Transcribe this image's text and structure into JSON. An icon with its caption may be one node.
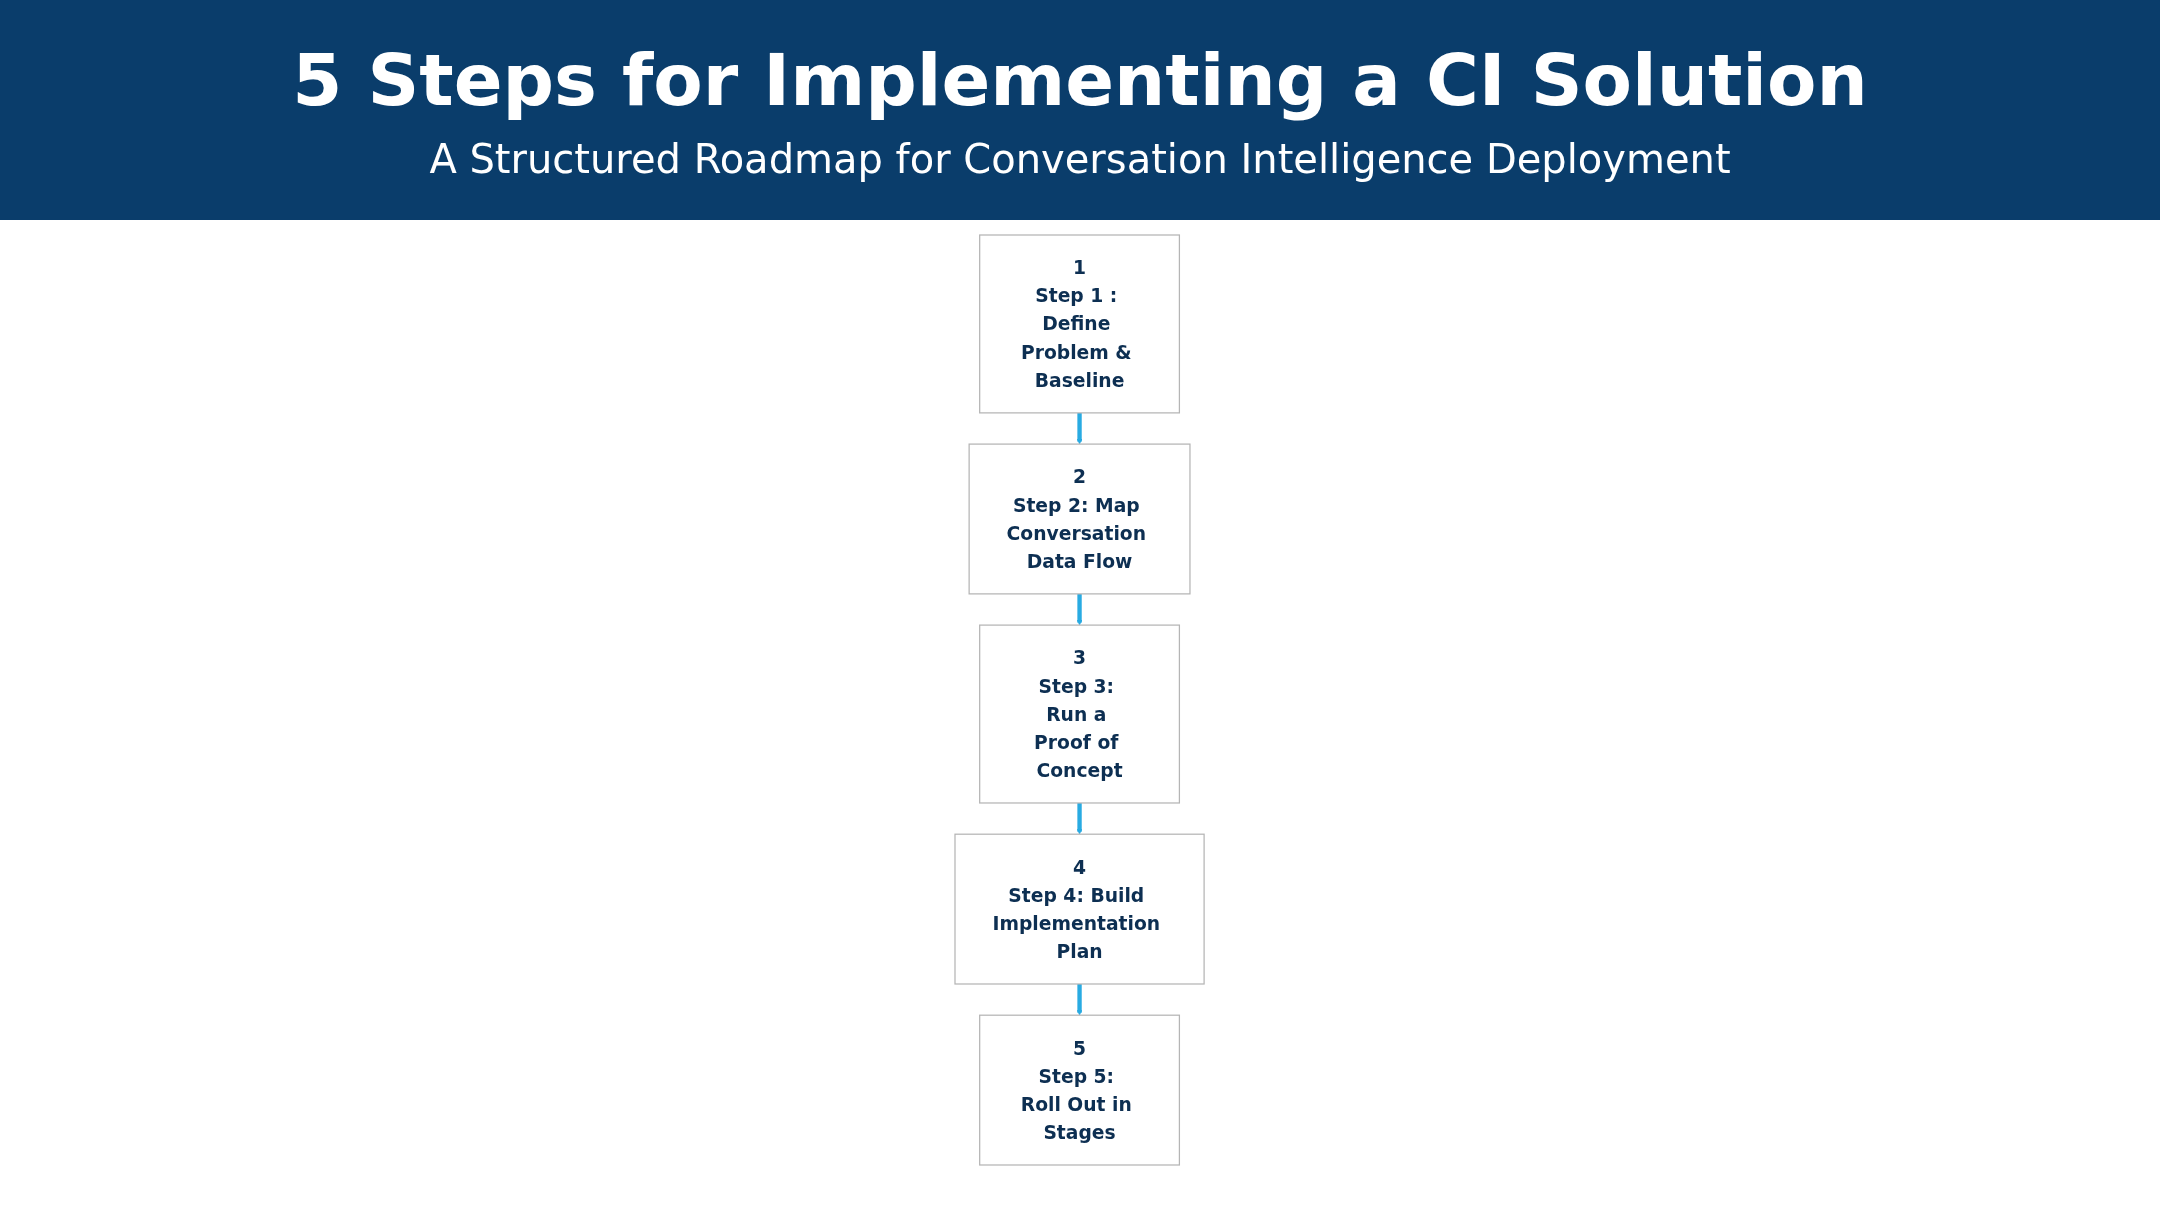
{
  "diagram": {
    "title": "5 Steps for Implementing a CI Solution",
    "caption": "A Structured Roadmap for Conversation Intelligence Deployment",
    "nodes": [
      {
        "text": [
          "1",
          "Step 1 : Define Problem & Baseline"
        ]
      },
      {
        "text": [
          "2",
          "Step 2: Map Conversation Data Flow"
        ]
      },
      {
        "text": [
          "3",
          "Step 3: Run a Proof of Concept"
        ]
      },
      {
        "text": [
          "4",
          "Step 4: Build Implementation Plan"
        ]
      },
      {
        "text": [
          "5",
          "Step 5: Roll Out in Stages"
        ]
      }
    ],
    "edges": [
      {
        "from": 0,
        "to": 1,
        "arrow": "to"
      },
      {
        "from": 1,
        "to": 2,
        "arrow": "to"
      },
      {
        "from": 2,
        "to": 3,
        "arrow": "to"
      },
      {
        "from": 3,
        "to": 4,
        "arrow": "to"
      }
    ]
  }
}
